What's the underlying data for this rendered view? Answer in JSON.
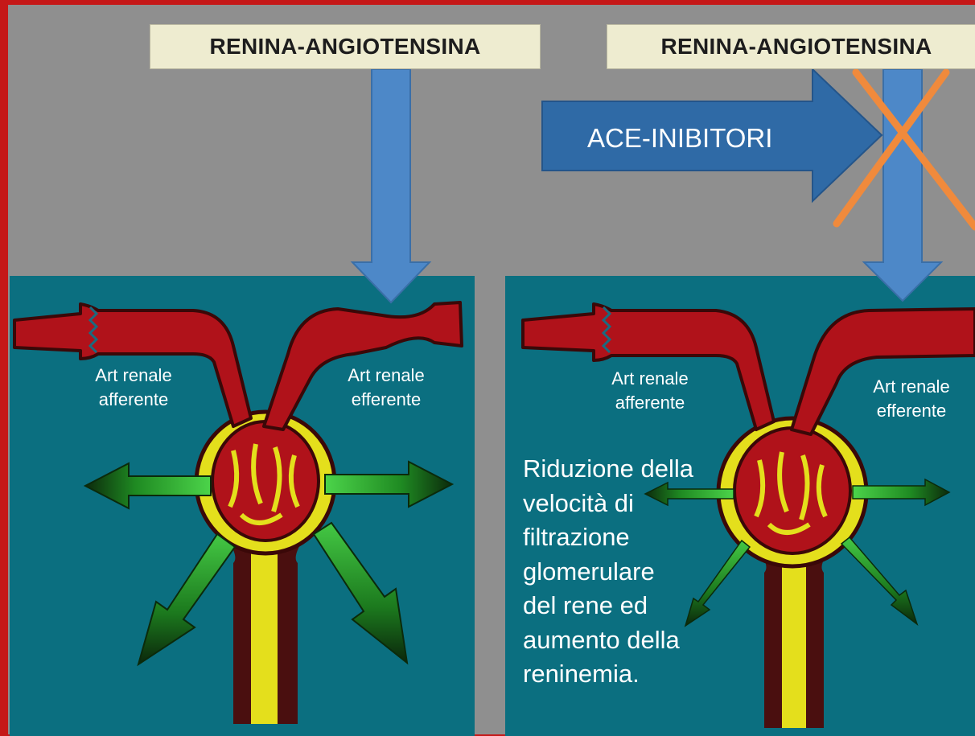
{
  "panels": {
    "left": {
      "title": "RENINA-ANGIOTENSINA",
      "label_afferent": "Art renale\nafferente",
      "label_efferent": "Art renale\nefferente"
    },
    "right": {
      "title": "RENINA-ANGIOTENSINA",
      "ace_label": "ACE-INIBITORI",
      "label_afferent": "Art renale\nafferente",
      "label_efferent": "Art renale\nefferente",
      "description": "Riduzione della\nvelocità di\nfiltrazione\nglomerulare\ndel rene ed\naumento della\nreninemia."
    }
  },
  "colors": {
    "background": "#8f8f8f",
    "panel": "#0b6f80",
    "arrow_blue": "#4d88c8",
    "ace_arrow": "#2f6aa6",
    "artery_red": "#b0121a",
    "capsule_yellow": "#e4df1c",
    "filtration_green": "#3db83a",
    "cross_orange": "#f08a3c",
    "frame_red": "#c51818"
  }
}
